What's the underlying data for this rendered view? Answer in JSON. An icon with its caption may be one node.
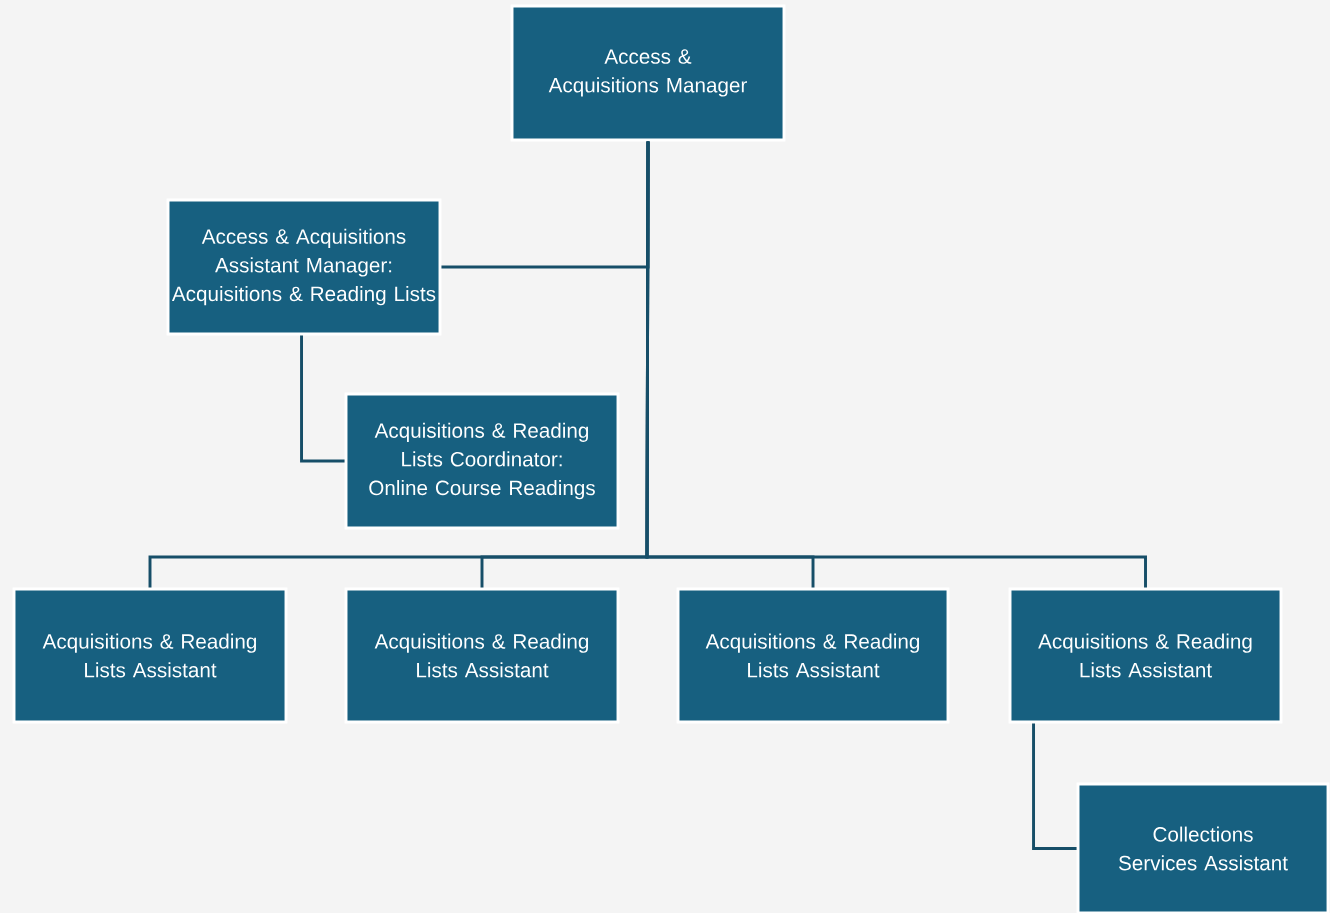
{
  "diagram": {
    "nodes": [
      {
        "text": [
          "Access & Acquisitions Manager"
        ]
      },
      {
        "text": [
          "Access & Acquisitions Assistant Manager: Acquisitions & Reading Lists"
        ]
      },
      {
        "text": [
          "Acquisitions & Reading Lists Coordinator: Online Course Readings"
        ]
      },
      {
        "text": [
          "Acquisitions & Reading Lists Assistant"
        ]
      },
      {
        "text": [
          "Acquisitions & Reading Lists Assistant"
        ]
      },
      {
        "text": [
          "Acquisitions & Reading Lists Assistant"
        ]
      },
      {
        "text": [
          "Acquisitions & Reading Lists Assistant"
        ]
      },
      {
        "text": [
          "Collections Services Assistant"
        ]
      }
    ],
    "edges": [
      {
        "from": 0,
        "to": 1,
        "arrow": "none"
      },
      {
        "from": 1,
        "to": 2,
        "arrow": "none"
      },
      {
        "from": 0,
        "to": 3,
        "arrow": "none"
      },
      {
        "from": 0,
        "to": 4,
        "arrow": "none"
      },
      {
        "from": 0,
        "to": 5,
        "arrow": "none"
      },
      {
        "from": 0,
        "to": 6,
        "arrow": "none"
      },
      {
        "from": 6,
        "to": 7,
        "arrow": "none"
      }
    ]
  }
}
